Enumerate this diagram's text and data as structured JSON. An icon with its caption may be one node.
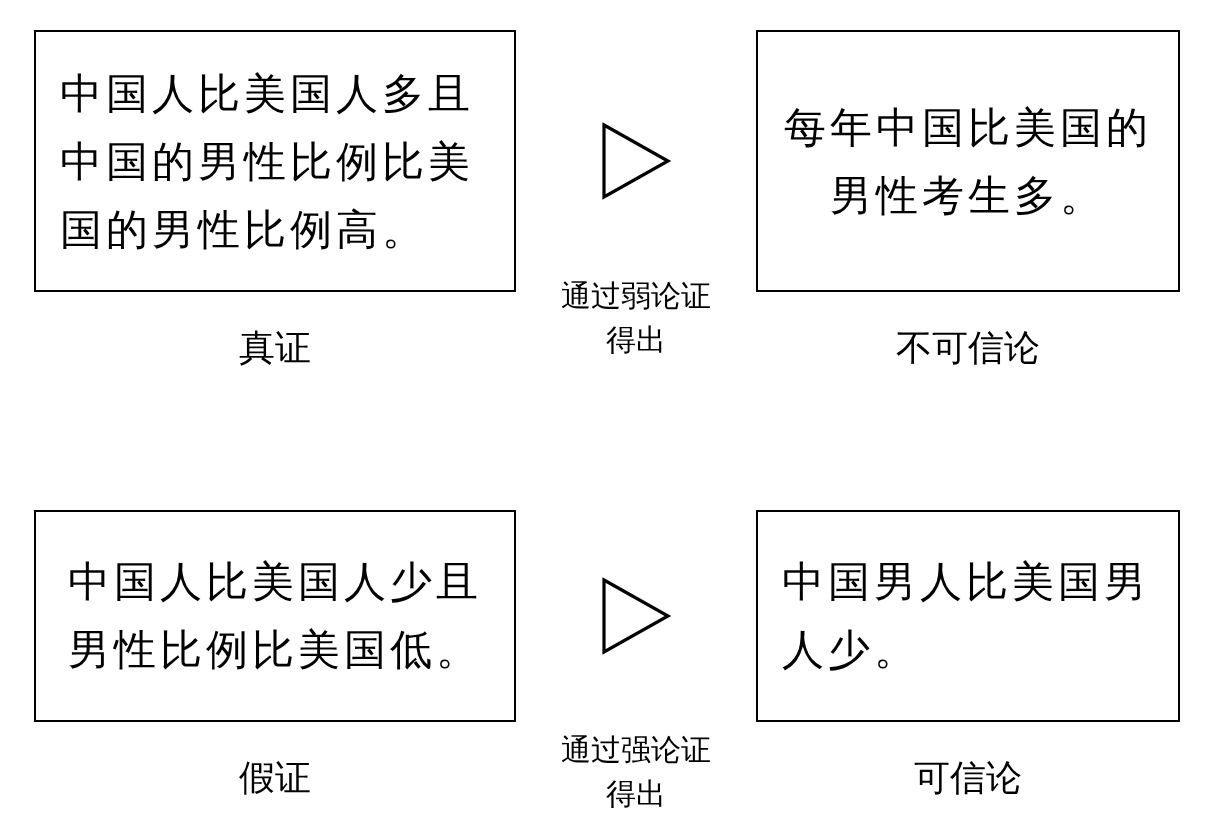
{
  "diagram": {
    "nodes": [
      {
        "text": [
          "中国人比美国人多且中国的男性比例比美国的男性比例高。"
        ],
        "beside": [
          "真证"
        ]
      },
      {
        "text": [
          "每年中国比美国的男性考生多。"
        ],
        "beside": [
          "不可信论"
        ]
      },
      {
        "text": [
          "中国人比美国人少且男性比例比美国低。"
        ],
        "beside": [
          "假证"
        ]
      },
      {
        "text": [
          "中国男人比美国男人少。"
        ],
        "beside": [
          "可信论"
        ]
      }
    ],
    "edges": [
      {
        "from": 0,
        "to": 1,
        "arrow": "to",
        "label": "通过弱论证得出"
      },
      {
        "from": 2,
        "to": 3,
        "arrow": "to",
        "label": "通过强论证得出"
      }
    ]
  }
}
